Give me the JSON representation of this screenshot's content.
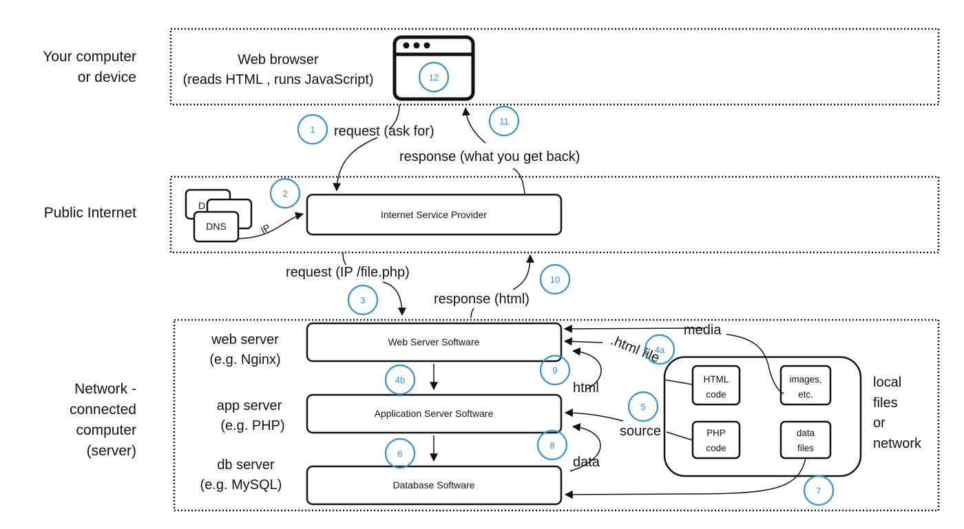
{
  "zones": {
    "device": [
      "Your computer",
      "or device"
    ],
    "internet": "Public Internet",
    "server": [
      "Network -",
      "connected",
      "computer",
      "(server)"
    ]
  },
  "browser": {
    "title": "Web browser",
    "subtitle": "(reads HTML , runs JavaScript)"
  },
  "boxes": {
    "isp": "Internet Service Provider",
    "dns_back": "D",
    "dns_front": "DNS",
    "web": "Web Server Software",
    "app": "Application Server Software",
    "db": "Database Software",
    "html_code": [
      "HTML",
      "code"
    ],
    "images": [
      "images,",
      "etc."
    ],
    "php_code": [
      "PHP",
      "code"
    ],
    "data_files": [
      "data",
      "files"
    ]
  },
  "server_labels": {
    "web": [
      "web server",
      "(e.g. Nginx)"
    ],
    "app": [
      "app server",
      "(e.g. PHP)"
    ],
    "db": [
      "db server",
      "(e.g. MySQL)"
    ]
  },
  "local_label": [
    "local",
    "files",
    "or",
    "network"
  ],
  "edges": {
    "request_ask": "request (ask for)",
    "response_back": "response (what you get back)",
    "ip": "IP",
    "request_ip": "request (IP /file.php)",
    "response_html": "response (html)",
    "media": "media",
    "html_file": ".html file",
    "html": "html",
    "source": "source",
    "data": "data"
  },
  "steps": {
    "s1": "1",
    "s2": "2",
    "s3": "3",
    "s4a": "4a",
    "s4b": "4b",
    "s5": "5",
    "s6": "6",
    "s7": "7",
    "s8": "8",
    "s9": "9",
    "s10": "10",
    "s11": "11",
    "s12": "12"
  }
}
